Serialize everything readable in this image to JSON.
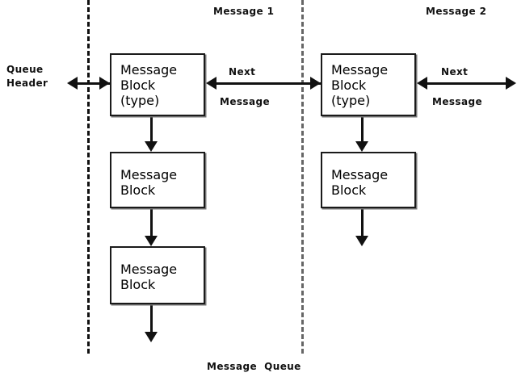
{
  "diagram": {
    "title_bottom": "Message  Queue",
    "section_labels": [
      {
        "text": "Message 1",
        "id": "message-1"
      },
      {
        "text": "Message 2",
        "id": "message-2"
      }
    ],
    "side_label": {
      "line1": "Queue",
      "line2": "Header"
    },
    "link_labels": [
      {
        "top": "Next",
        "bottom": "Message",
        "id": "next-message-1"
      },
      {
        "top": "Next",
        "bottom": "Message",
        "id": "next-message-2"
      }
    ],
    "columns": [
      {
        "id": "message-1-column",
        "blocks": [
          {
            "id": "message-1-block-head",
            "line1": "Message",
            "line2": "Block",
            "line3": "(type)"
          },
          {
            "id": "message-1-block-2",
            "line1": "Message",
            "line2": "Block",
            "line3": ""
          },
          {
            "id": "message-1-block-3",
            "line1": "Message",
            "line2": "Block",
            "line3": ""
          }
        ]
      },
      {
        "id": "message-2-column",
        "blocks": [
          {
            "id": "message-2-block-head",
            "line1": "Message",
            "line2": "Block",
            "line3": "(type)"
          },
          {
            "id": "message-2-block-2",
            "line1": "Message",
            "line2": "Block",
            "line3": ""
          }
        ]
      }
    ],
    "colors": {
      "stroke": "#111111",
      "block_border": "#1a1a1a",
      "block_shadow": "#777777",
      "divider_left": "#111111",
      "divider_middle": "#666666",
      "background": "#ffffff",
      "text": "#111111"
    }
  }
}
